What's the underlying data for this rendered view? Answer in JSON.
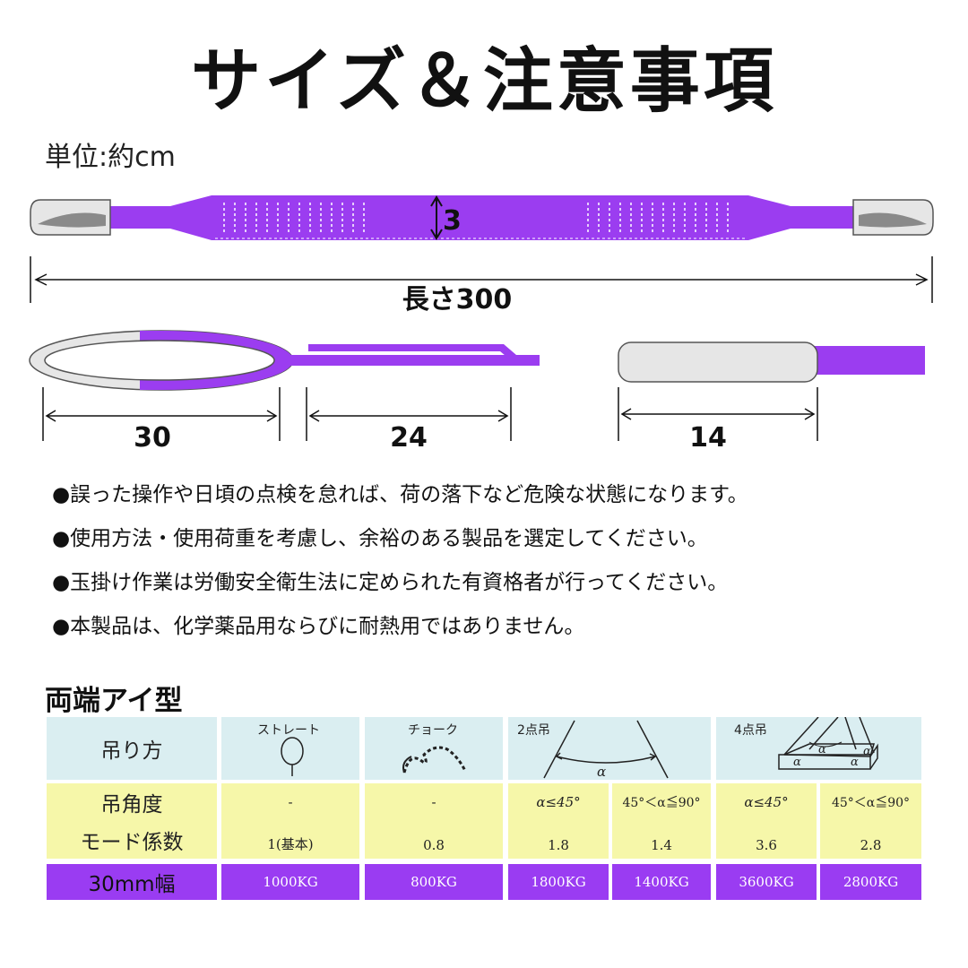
{
  "title": "サイズ＆注意事項",
  "unit_label": "単位:約cm",
  "diagram": {
    "width_label": "3",
    "length_label": "長さ300",
    "eye_label": "30",
    "neck_label": "24",
    "sleeve_label": "14"
  },
  "notes": [
    "●誤った操作や日頃の点検を怠れば、荷の落下など危険な状態になります。",
    "●使用方法・使用荷重を考慮し、余裕のある製品を選定してください。",
    "●玉掛け作業は労働安全衛生法に定められた有資格者が行ってください。",
    "●本製品は、化学薬品用ならびに耐熱用ではありません。"
  ],
  "table": {
    "section_title": "両端アイ型",
    "row_labels": [
      "吊り方",
      "吊角度",
      "モード係数",
      "30mm幅"
    ],
    "hang_labels": [
      "ストレート",
      "チョーク",
      "2点吊",
      "4点吊"
    ],
    "alpha_symbol": "α",
    "angles": [
      "-",
      "-",
      "α≤45°",
      "45°＜α≦90°",
      "α≤45°",
      "45°＜α≦90°"
    ],
    "factors": [
      "1(基本)",
      "0.8",
      "1.8",
      "1.4",
      "3.6",
      "2.8"
    ],
    "loads": [
      "1000KG",
      "800KG",
      "1800KG",
      "1400KG",
      "3600KG",
      "2800KG"
    ]
  },
  "colors": {
    "sling_purple": "#9b3df0",
    "eye_gray": "#e6e6e6",
    "table_blue": "#daeef1",
    "table_yellow": "#f6f7a9",
    "table_purple": "#9a3cf2"
  }
}
